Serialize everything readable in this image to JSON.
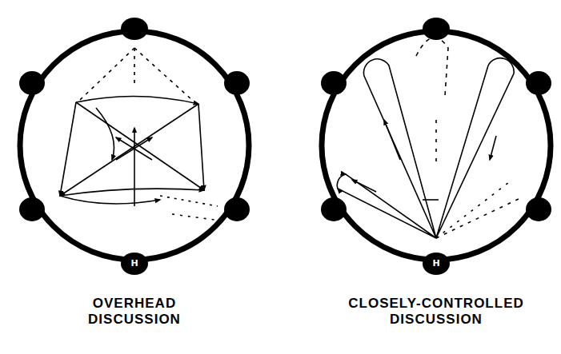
{
  "diagram": {
    "nodes": [
      {
        "text": [
          "OVERHEAD DISCUSSION"
        ]
      },
      {
        "text": [
          "CLOSELY-CONTROLLED DISCUSSION"
        ]
      }
    ],
    "labels": [
      "H",
      "H"
    ]
  }
}
